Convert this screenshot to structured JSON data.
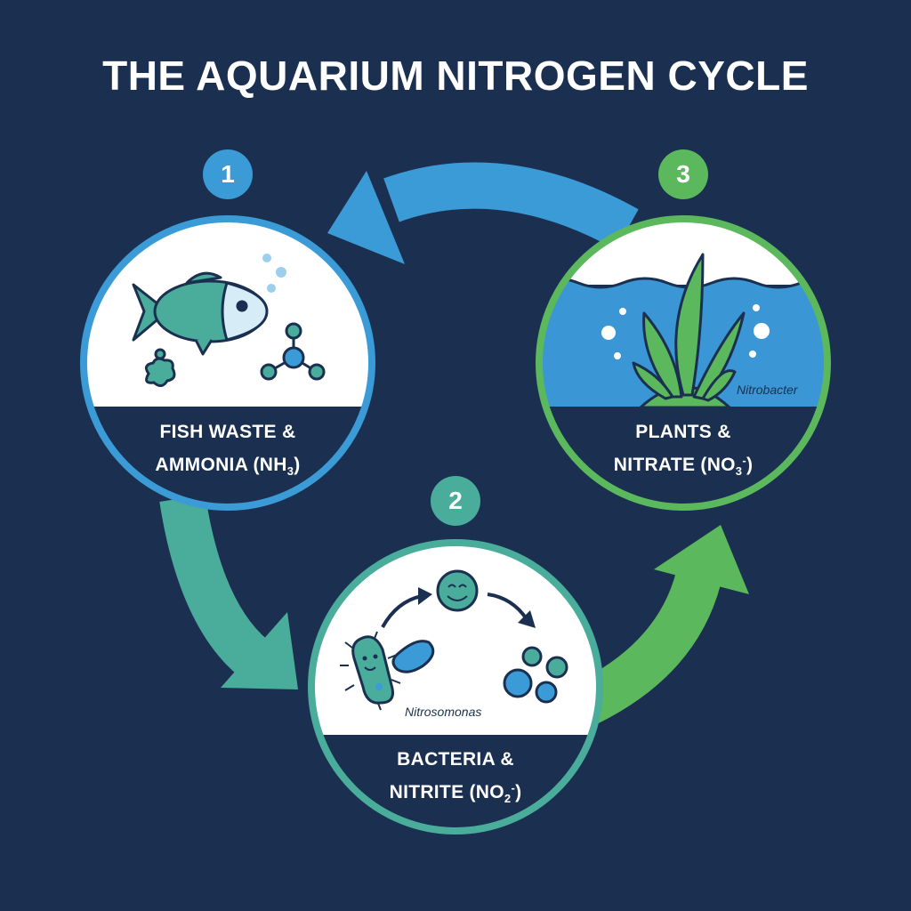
{
  "title": "THE AQUARIUM NITROGEN CYCLE",
  "colors": {
    "background": "#1b3050",
    "blue": "#3b9bd6",
    "teal": "#4aac9a",
    "green": "#5cb85c",
    "navy": "#1b3050",
    "water": "#3a96d4"
  },
  "stages": [
    {
      "number": "1",
      "label_line1": "FISH WASTE &",
      "label_line2_main": "AMMONIA (NH",
      "label_line2_sub": "3",
      "label_line2_sup": "",
      "label_line2_end": ")",
      "icons": [
        "fish-icon",
        "waste-drop-icon",
        "ammonia-molecule-icon",
        "bubbles-icon"
      ]
    },
    {
      "number": "2",
      "label_line1": "BACTERIA &",
      "label_line2_main": "NITRITE (NO",
      "label_line2_sub": "2",
      "label_line2_sup": "-",
      "label_line2_end": ")",
      "organism": "Nitrosomonas",
      "icons": [
        "bacterium-icon",
        "smiling-bacterium-icon",
        "particles-icon"
      ]
    },
    {
      "number": "3",
      "label_line1": "PLANTS &",
      "label_line2_main": "NITRATE (NO",
      "label_line2_sub": "3",
      "label_line2_sup": "-",
      "label_line2_end": ")",
      "organism": "Nitrobacter",
      "icons": [
        "aquatic-plant-icon",
        "water-wave-icon"
      ]
    }
  ]
}
